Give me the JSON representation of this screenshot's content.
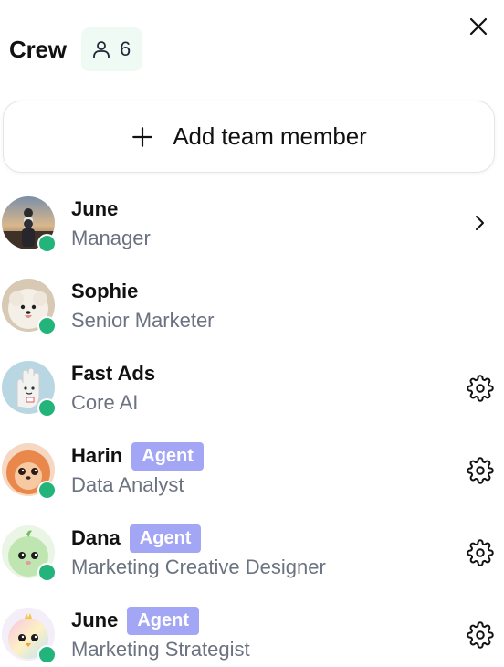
{
  "header": {
    "title": "Crew",
    "member_count": "6",
    "count_icon": "user-icon",
    "close_icon": "close-icon"
  },
  "add_button": {
    "label": "Add team member",
    "icon": "plus-icon"
  },
  "colors": {
    "online": "#22b47a",
    "agent_badge": "#a3a6f5",
    "count_badge_bg": "#eefaf3",
    "role_text": "#6b7280"
  },
  "members": [
    {
      "name": "June",
      "role": "Manager",
      "badge": "",
      "status": "online",
      "action_icon": "chevron-right-icon"
    },
    {
      "name": "Sophie",
      "role": "Senior Marketer",
      "badge": "",
      "status": "online",
      "action_icon": ""
    },
    {
      "name": "Fast Ads",
      "role": "Core AI",
      "badge": "",
      "status": "online",
      "action_icon": "gear-icon"
    },
    {
      "name": "Harin",
      "role": "Data Analyst",
      "badge": "Agent",
      "status": "online",
      "action_icon": "gear-icon"
    },
    {
      "name": "Dana",
      "role": "Marketing Creative Designer",
      "badge": "Agent",
      "status": "online",
      "action_icon": "gear-icon"
    },
    {
      "name": "June",
      "role": "Marketing Strategist",
      "badge": "Agent",
      "status": "online",
      "action_icon": "gear-icon"
    }
  ]
}
